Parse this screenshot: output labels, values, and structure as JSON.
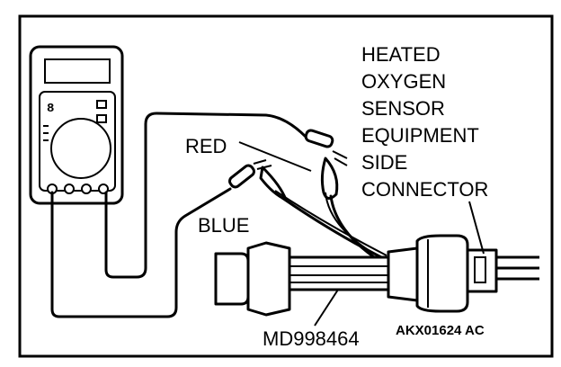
{
  "labels": {
    "sensor_connector": [
      "HEATED",
      "OXYGEN",
      "SENSOR",
      "EQUIPMENT",
      "SIDE",
      "CONNECTOR"
    ],
    "red_lead": "RED",
    "blue_lead": "BLUE",
    "harness_tool": "MD998464",
    "figure_code": "AKX01624 AC"
  },
  "icons": {
    "multimeter": "multimeter-icon",
    "test_harness": "test-harness-icon",
    "connector": "connector-icon",
    "probe": "alligator-clip-icon"
  }
}
